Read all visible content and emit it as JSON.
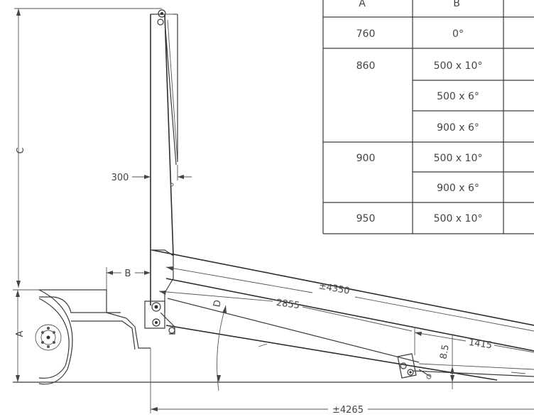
{
  "table": {
    "headers": [
      "A",
      "B"
    ],
    "rows": [
      [
        "760",
        "0°"
      ],
      [
        "860",
        "500 x 10°"
      ],
      [
        "",
        "500 x 6°"
      ],
      [
        "",
        "900 x 6°"
      ],
      [
        "900",
        "500 x 10°"
      ],
      [
        "",
        "900 x 6°"
      ],
      [
        "950",
        "500 x 10°"
      ]
    ]
  },
  "dimensions": {
    "c": "C",
    "offset_300": "300",
    "b": "B",
    "a": "A",
    "d": "D",
    "len_4350": "±4350",
    "len_2855": "2855",
    "len_1415": "1415",
    "h_85": "8.5",
    "len_4265": "±4265"
  }
}
